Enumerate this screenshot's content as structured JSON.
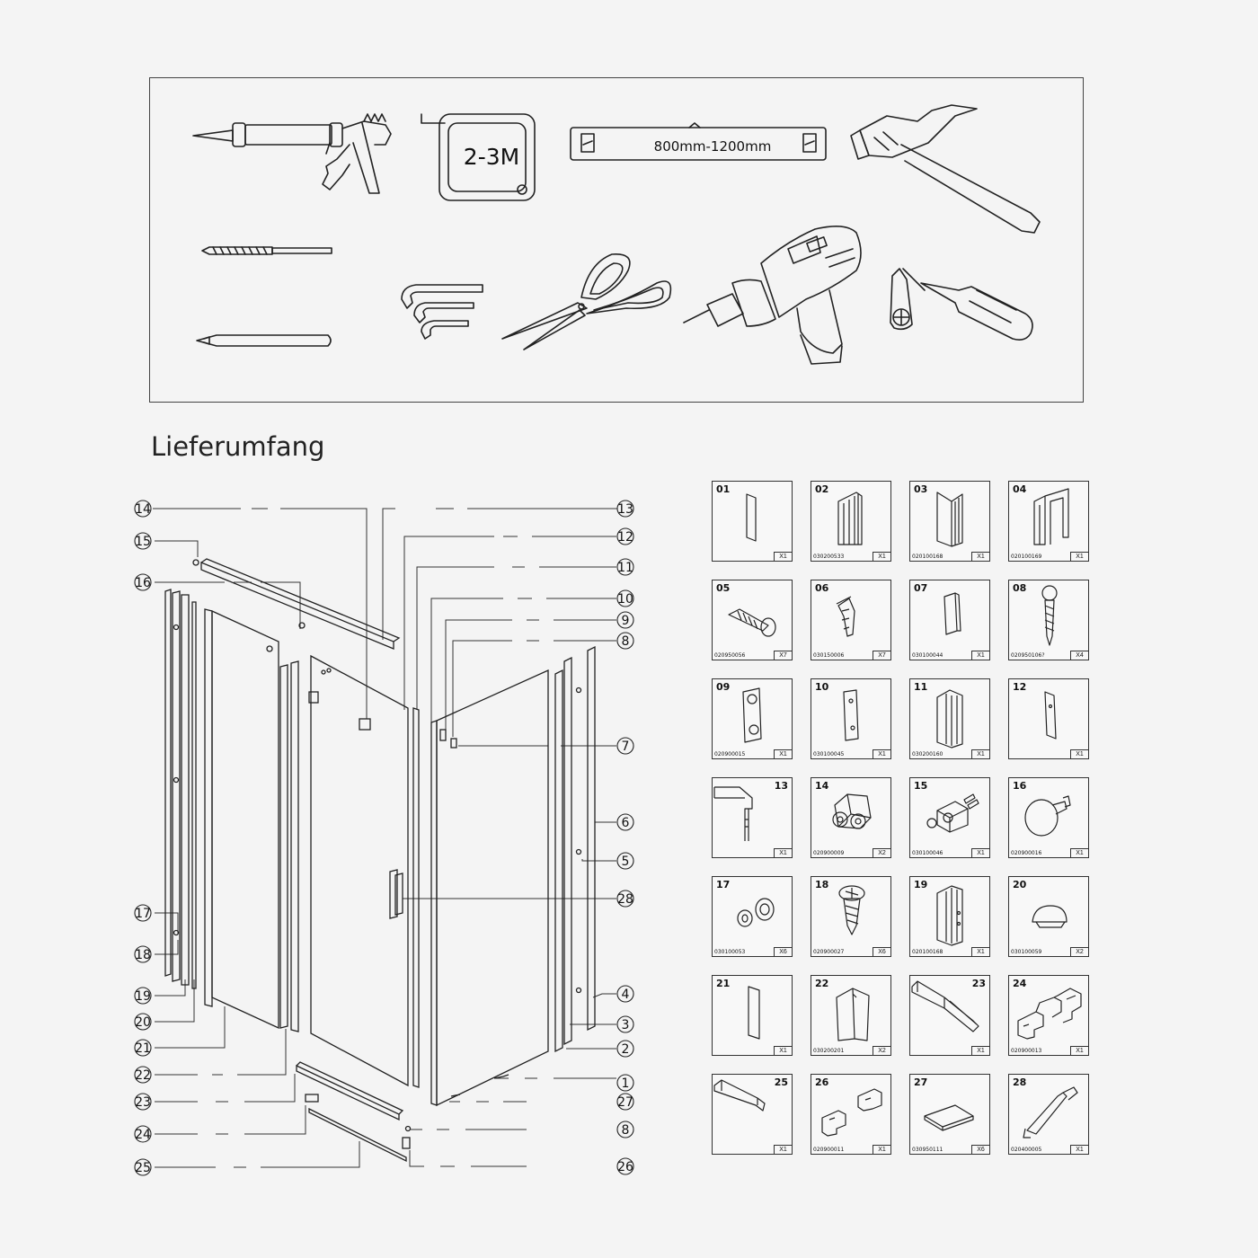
{
  "tools": {
    "tape_measure_label": "2-3M",
    "level_label": "800mm-1200mm"
  },
  "section_title": "Lieferumfang",
  "callouts_left": [
    "14",
    "15",
    "16",
    "17",
    "18",
    "19",
    "20",
    "21",
    "22",
    "23",
    "24",
    "25"
  ],
  "callouts_right": [
    "13",
    "12",
    "11",
    "10",
    "9",
    "8",
    "7",
    "6",
    "5",
    "28",
    "4",
    "3",
    "2",
    "1",
    "27",
    "8",
    "26"
  ],
  "parts": [
    {
      "num": "01",
      "code": "",
      "qty": "X1"
    },
    {
      "num": "02",
      "code": "030200533",
      "qty": "X1"
    },
    {
      "num": "03",
      "code": "020100168",
      "qty": "X1"
    },
    {
      "num": "04",
      "code": "020100169",
      "qty": "X1"
    },
    {
      "num": "05",
      "code": "020950056",
      "qty": "X7"
    },
    {
      "num": "06",
      "code": "030150006",
      "qty": "X7"
    },
    {
      "num": "07",
      "code": "030100044",
      "qty": "X1"
    },
    {
      "num": "08",
      "code": "020950106?",
      "qty": "X4"
    },
    {
      "num": "09",
      "code": "020900015",
      "qty": "X1"
    },
    {
      "num": "10",
      "code": "030100045",
      "qty": "X1"
    },
    {
      "num": "11",
      "code": "030200160",
      "qty": "X1"
    },
    {
      "num": "12",
      "code": "",
      "qty": "X1"
    },
    {
      "num": "13",
      "code": "",
      "qty": "X1"
    },
    {
      "num": "14",
      "code": "020900009",
      "qty": "X2"
    },
    {
      "num": "15",
      "code": "030100046",
      "qty": "X1"
    },
    {
      "num": "16",
      "code": "020900016",
      "qty": "X1"
    },
    {
      "num": "17",
      "code": "030100053",
      "qty": "X6"
    },
    {
      "num": "18",
      "code": "020900027",
      "qty": "X6"
    },
    {
      "num": "19",
      "code": "020100168",
      "qty": "X1"
    },
    {
      "num": "20",
      "code": "030100059",
      "qty": "X2"
    },
    {
      "num": "21",
      "code": "",
      "qty": "X1"
    },
    {
      "num": "22",
      "code": "030200201",
      "qty": "X2"
    },
    {
      "num": "23",
      "code": "",
      "qty": "X1"
    },
    {
      "num": "24",
      "code": "020900013",
      "qty": "X1"
    },
    {
      "num": "25",
      "code": "",
      "qty": "X1"
    },
    {
      "num": "26",
      "code": "020900011",
      "qty": "X1"
    },
    {
      "num": "27",
      "code": "030950111",
      "qty": "X6"
    },
    {
      "num": "28",
      "code": "020400005",
      "qty": "X1"
    }
  ]
}
